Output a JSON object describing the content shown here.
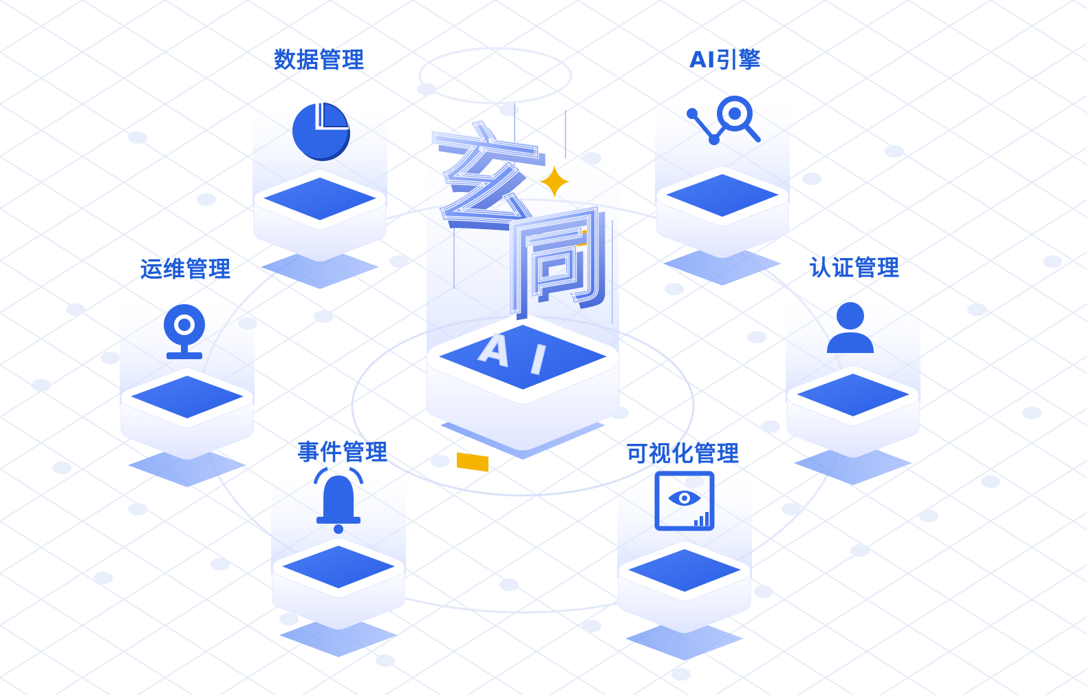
{
  "center": {
    "brand_char_1": "玄",
    "brand_char_2": "同",
    "platform_text": "AI"
  },
  "modules": [
    {
      "id": "data",
      "label": "数据管理",
      "icon": "pie-chart-icon"
    },
    {
      "id": "ai-engine",
      "label": "AI引擎",
      "icon": "graph-search-icon"
    },
    {
      "id": "ops",
      "label": "运维管理",
      "icon": "webcam-icon"
    },
    {
      "id": "auth",
      "label": "认证管理",
      "icon": "user-icon"
    },
    {
      "id": "event",
      "label": "事件管理",
      "icon": "bell-icon"
    },
    {
      "id": "visual",
      "label": "可视化管理",
      "icon": "eye-screen-icon"
    }
  ],
  "colors": {
    "primary": "#2f66e8",
    "primary_dark": "#1d4fc4",
    "accent": "#f5b400",
    "label": "#1d5bd8",
    "grid": "#e4ebf8"
  }
}
